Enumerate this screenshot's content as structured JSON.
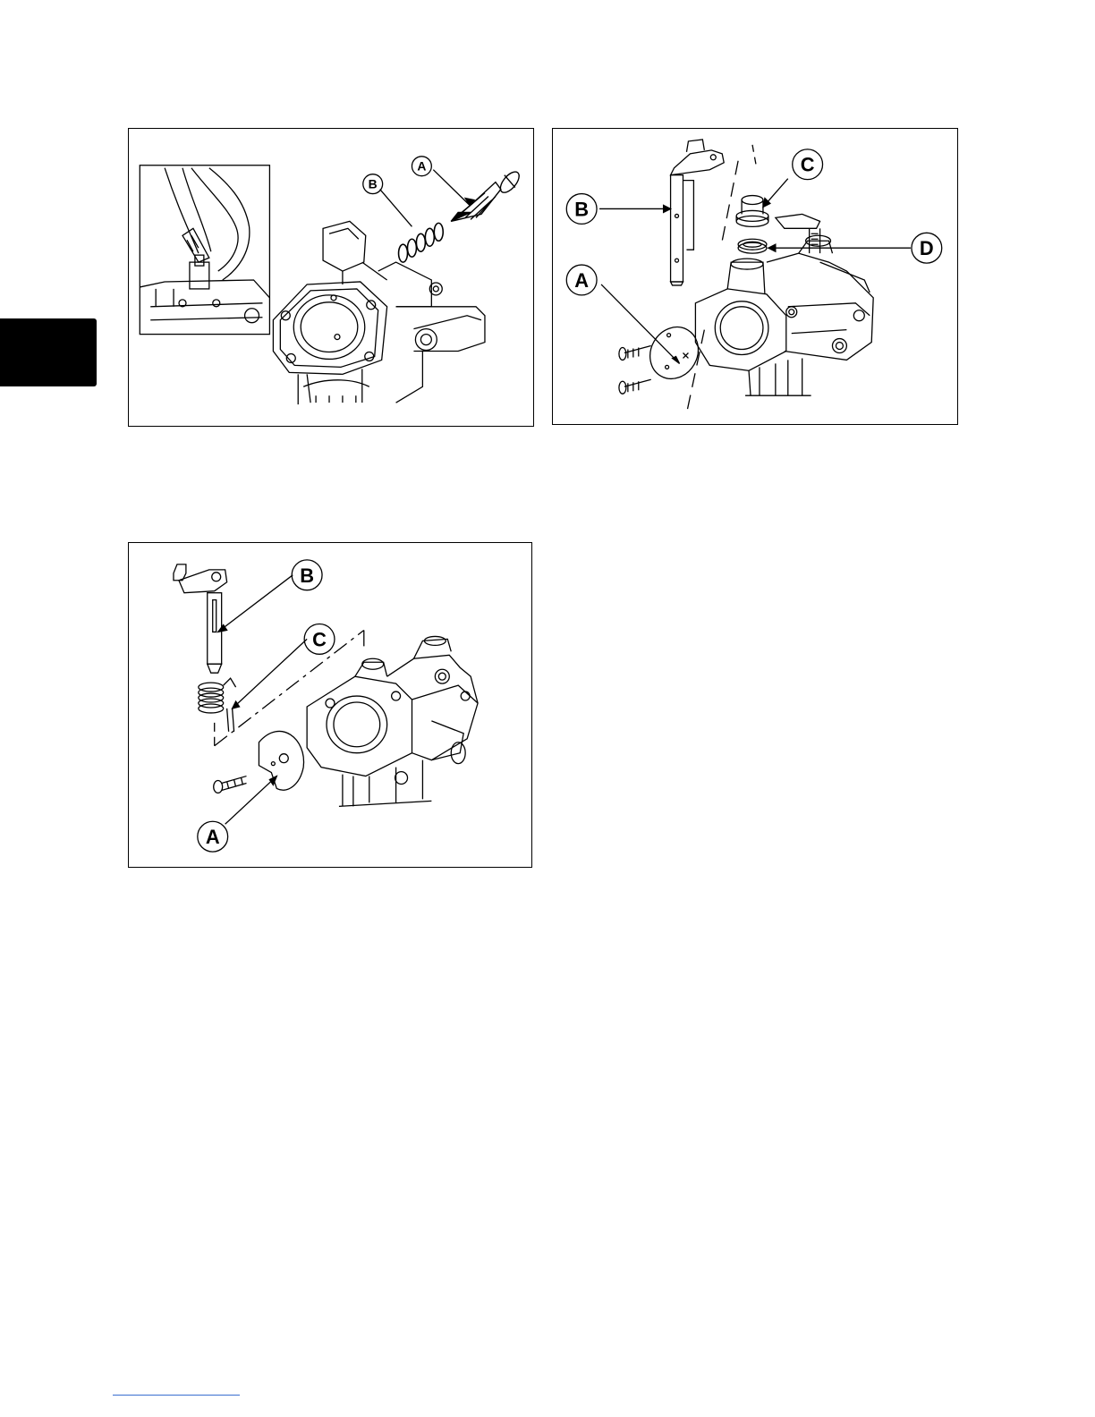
{
  "colors": {
    "line": "#000000",
    "paper": "#ffffff",
    "footer_rule": "#3a6fd0"
  },
  "figure1": {
    "callouts": {
      "a": "A",
      "b": "B"
    }
  },
  "figure2": {
    "callouts": {
      "a": "A",
      "b": "B",
      "c": "C",
      "d": "D"
    }
  },
  "figure3": {
    "callouts": {
      "a": "A",
      "b": "B",
      "c": "C"
    }
  }
}
